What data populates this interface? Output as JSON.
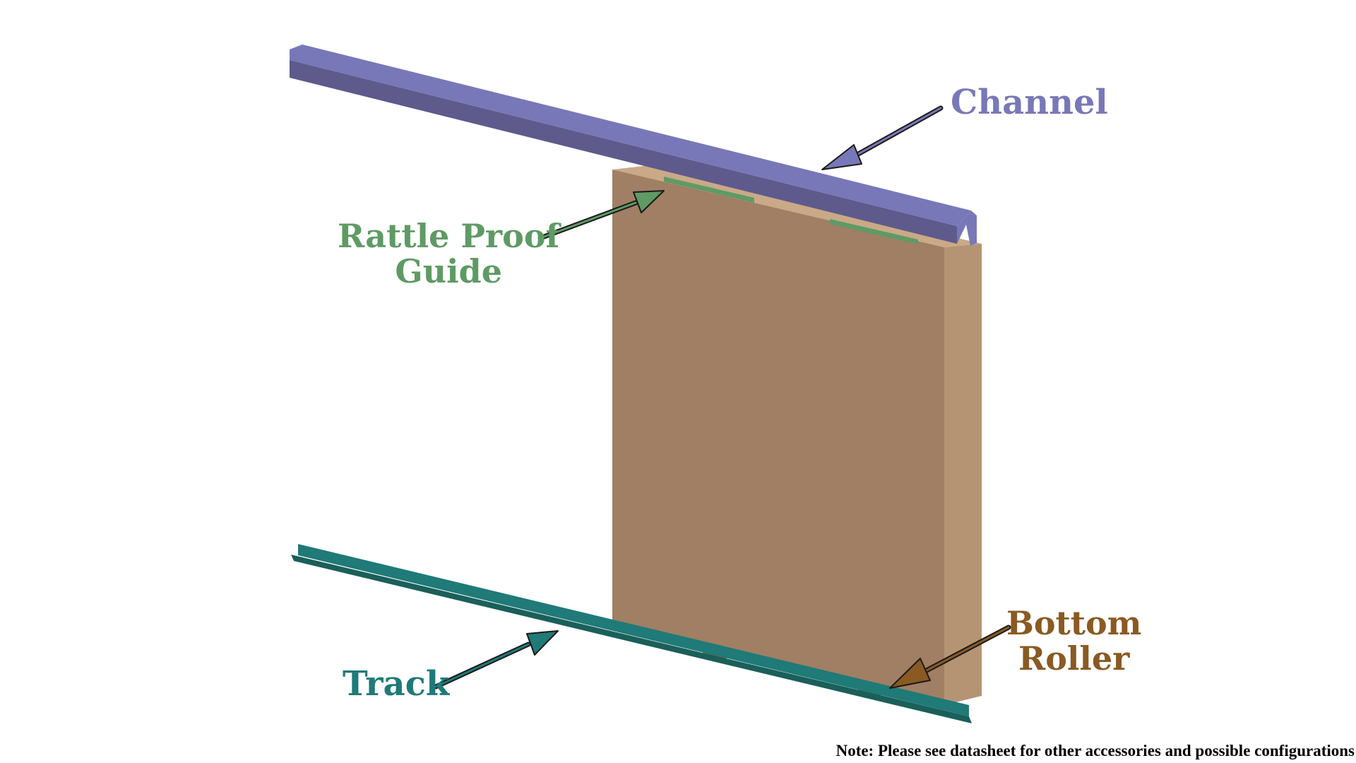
{
  "colors": {
    "channel": "#7878b8",
    "channel_dark": "#5e5a8c",
    "guide": "#5f9a64",
    "roller": "#8a5a22",
    "track": "#1f7a78",
    "track_dark": "#1a5f5a",
    "door_front": "#a07f64",
    "door_side": "#b59474",
    "door_top": "#c9a987"
  },
  "labels": {
    "channel": {
      "text": "Channel",
      "icon": "arrow-icon"
    },
    "guide": {
      "line1": "Rattle Proof",
      "line2": "Guide",
      "icon": "arrow-icon"
    },
    "roller": {
      "line1": "Bottom",
      "line2": "Roller",
      "icon": "arrow-icon"
    },
    "track": {
      "text": "Track",
      "icon": "arrow-icon"
    }
  },
  "note": "Note: Please see datasheet for other accessories and possible configurations"
}
